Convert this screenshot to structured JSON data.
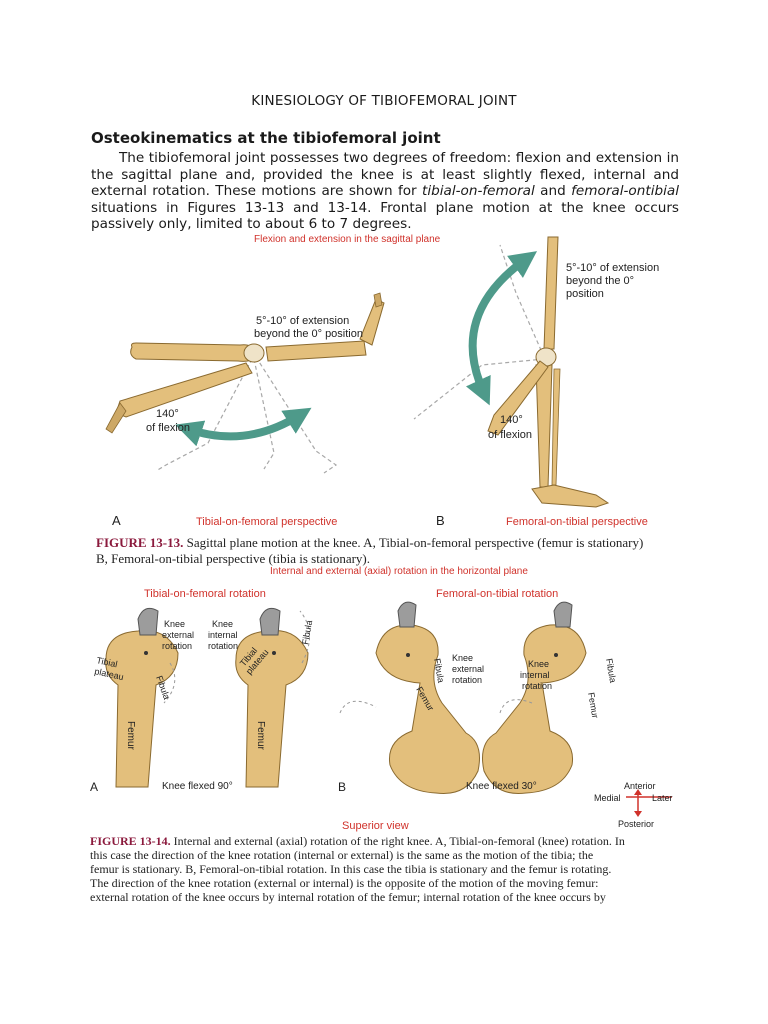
{
  "document": {
    "title": "KINESIOLOGY OF TIBIOFEMORAL JOINT",
    "section_heading": "Osteokinematics at the tibiofemoral joint",
    "paragraph": {
      "part1": "The tibiofemoral joint possesses two degrees of freedom: flexion and extension in the sagittal plane and, provided the knee is at least slightly flexed, internal and external rotation. These motions are shown for ",
      "em1": "tibial-on-femoral",
      "part2": " and ",
      "em2": "femoral-ontibial",
      "part3": " situations in Figures 13-13 and 13-14. Frontal plane motion at the knee occurs passively only, limited to about 6 to 7 degrees."
    }
  },
  "figure1": {
    "top_label": "Flexion and extension in the sagittal plane",
    "panel_a": {
      "extension_line1": "5°-10° of extension",
      "extension_line2": "beyond the 0° position",
      "flexion_line1": "140°",
      "flexion_line2": "of flexion",
      "letter": "A",
      "perspective": "Tibial-on-femoral perspective"
    },
    "panel_b": {
      "extension_line1": "5°-10° of extension",
      "extension_line2": "beyond the 0°",
      "extension_line3": "position",
      "flexion_line1": "140°",
      "flexion_line2": "of flexion",
      "letter": "B",
      "perspective": "Femoral-on-tibial perspective"
    },
    "caption_number": "FIGURE 13-13.",
    "caption_line1": " Sagittal plane motion at the knee. A, Tibial-on-femoral perspective (femur is stationary)",
    "caption_line2": "B, Femoral-on-tibial perspective (tibia is stationary)."
  },
  "figure2": {
    "top_label": "Internal and external (axial) rotation in the horizontal plane",
    "panel_a": {
      "title": "Tibial-on-femoral rotation",
      "ext_line1": "Knee",
      "ext_line2": "external",
      "ext_line3": "rotation",
      "int_line1": "Knee",
      "int_line2": "internal",
      "int_line3": "rotation",
      "tibial_line1": "Tibial",
      "tibial_line2": "plateau",
      "fibula": "Fibula",
      "femur": "Femur",
      "letter": "A",
      "knee_flexed": "Knee flexed 90°"
    },
    "panel_b": {
      "title": "Femoral-on-tibial rotation",
      "ext_line1": "Knee",
      "ext_line2": "external",
      "ext_line3": "rotation",
      "int_line1": "Knee",
      "int_line2": "internal",
      "int_line3": "rotation",
      "fibula": "Fibula",
      "femur": "Femur",
      "letter": "B",
      "knee_flexed": "Knee flexed 30°"
    },
    "compass": {
      "anterior": "Anterior",
      "posterior": "Posterior",
      "medial": "Medial",
      "lateral": "Later"
    },
    "superior_view": "Superior view",
    "caption_number": "FIGURE 13-14.",
    "caption_line1": " Internal and external (axial) rotation of the right knee. A, Tibial-on-femoral (knee) rotation. In",
    "caption_line2": "this case the direction of the knee rotation (internal or external) is the same as the motion of the tibia; the",
    "caption_line3": "femur is stationary. B, Femoral-on-tibial rotation. In this case the tibia is stationary and the femur is rotating.",
    "caption_line4": "The direction of the knee rotation (external or internal) is the opposite of the motion of the moving femur:",
    "caption_line5": "external rotation of the knee occurs by internal rotation of the femur; internal rotation of the knee occurs by"
  },
  "colors": {
    "bone": "#e3bf7c",
    "bone_outline": "#8a6a30",
    "arrow": "#4e9a8a",
    "label_red": "#d0322b",
    "caption_maroon": "#8b1a3d"
  }
}
